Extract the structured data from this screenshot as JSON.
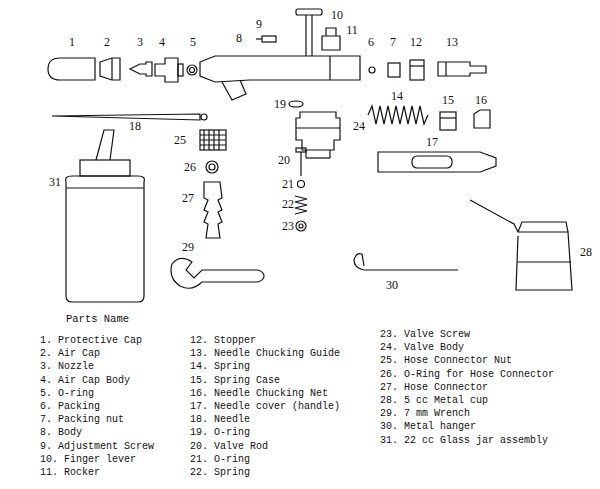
{
  "diagram": {
    "title": "Parts Name",
    "labels": [
      "1",
      "2",
      "3",
      "4",
      "5",
      "6",
      "7",
      "8",
      "9",
      "10",
      "11",
      "12",
      "13",
      "14",
      "15",
      "16",
      "17",
      "18",
      "19",
      "20",
      "21",
      "22",
      "23",
      "24",
      "25",
      "26",
      "27",
      "28",
      "29",
      "30",
      "31",
      "1. Protective Cap",
      "2. Air Cap",
      "3. Nozzle",
      "4. Air Cap Body",
      "5. O-ring",
      "6. Packing",
      "7. Packing nut",
      "8. Body",
      "9. Adjustment Screw",
      "10. Finger lever",
      "11. Rocker",
      "12. Stopper",
      "13. Needle Chucking Guide",
      "14. Spring",
      "15. Spring Case",
      "16. Needle Chucking Net",
      "17. Needle cover (handle)",
      "18. Needle",
      "19. O-ring",
      "20. Valve Rod",
      "21. O-ring",
      "22. Spring",
      "23. Valve Screw",
      "24. Valve Body",
      "25. Hose Connector Nut",
      "26. O-Ring for Hose Connector",
      "27. Hose Connector",
      "28. 5 cc Metal cup",
      "29. 7 mm Wrench",
      "30. Metal hanger",
      "31. 22 cc Glass jar assembly"
    ]
  }
}
